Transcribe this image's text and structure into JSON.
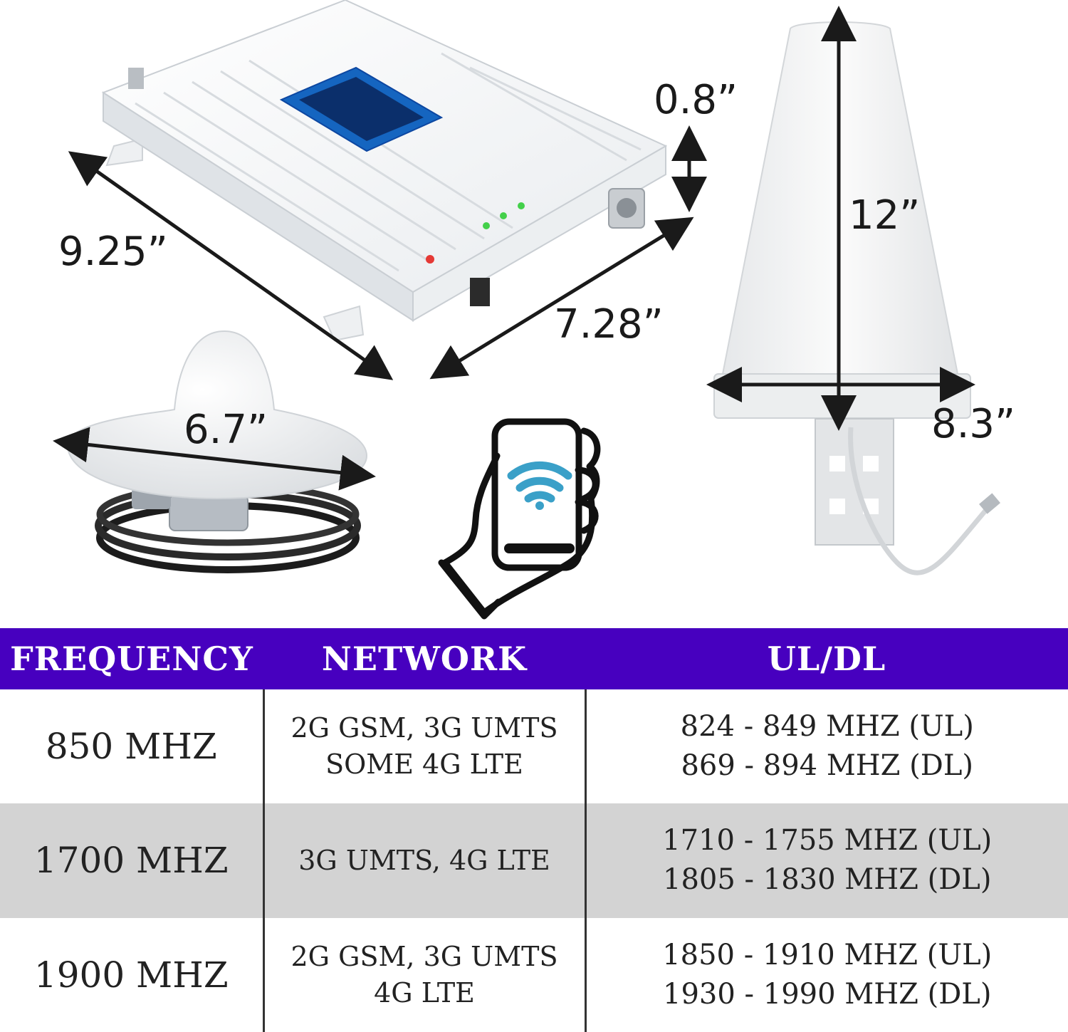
{
  "dimensions": {
    "repeater_length": "9.25”",
    "repeater_width": "7.28”",
    "repeater_thickness": "0.8”",
    "dome_antenna_diameter": "6.7”",
    "outdoor_antenna_height": "12”",
    "outdoor_antenna_width": "8.3”"
  },
  "table": {
    "headers": [
      "FREQUENCY",
      "NETWORK",
      "UL/DL"
    ],
    "rows": [
      {
        "frequency": "850 MHZ",
        "network": [
          "2G GSM, 3G UMTS",
          "SOME 4G LTE"
        ],
        "uldl": [
          "824 - 849 MHZ (UL)",
          "869 - 894 MHZ (DL)"
        ]
      },
      {
        "frequency": "1700 MHZ",
        "network": [
          "3G UMTS, 4G LTE"
        ],
        "uldl": [
          "1710 - 1755 MHZ (UL)",
          "1805 - 1830 MHZ (DL)"
        ]
      },
      {
        "frequency": "1900 MHZ",
        "network": [
          "2G GSM, 3G UMTS",
          "4G LTE"
        ],
        "uldl": [
          "1850 - 1910 MHZ (UL)",
          "1930 - 1990 MHZ (DL)"
        ]
      }
    ]
  },
  "colors": {
    "header_bg": "#4700bf",
    "alt_row_bg": "#d3d3d3",
    "wifi_icon": "#3aa0c8"
  }
}
